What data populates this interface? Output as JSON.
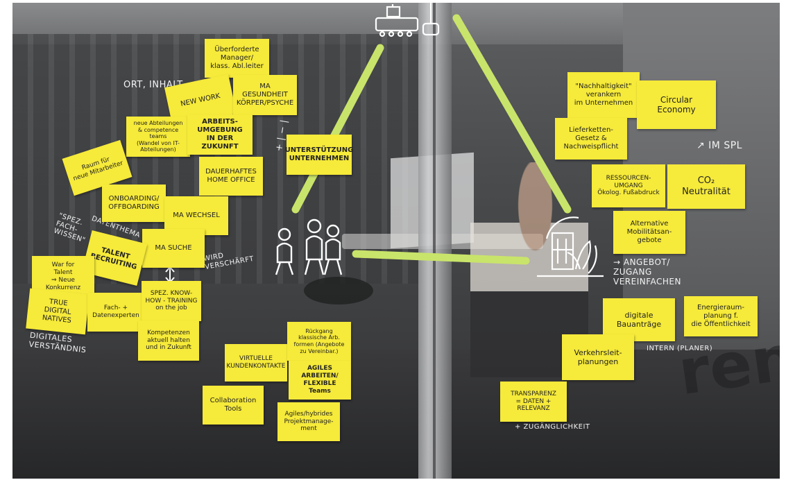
{
  "photo": {
    "description_label": "Whiteboard on glass wall with sticky notes",
    "colors": {
      "note": "#f6ea3a",
      "tape": "#c9e46a",
      "chalk": "#f3f3f3"
    }
  },
  "notes": [
    {
      "key": "n_ueberforderte",
      "text": "Überforderte\nManager/\nklass. Abl.leiter"
    },
    {
      "key": "n_new_work",
      "text": "NEW WORK"
    },
    {
      "key": "n_ma_gesundheit",
      "text": "MA GESUNDHEIT\nKÖRPER/PSYCHE"
    },
    {
      "key": "n_neue_abteilungen",
      "text": "neue Abteilungen\n& competence teams\n(Wandel von IT-\nAbteilungen)"
    },
    {
      "key": "n_arbeitsumgebung",
      "text": "ARBEITS-\nUMGEBUNG\nIN DER ZUKUNFT"
    },
    {
      "key": "n_raum_fuer",
      "text": "Raum für\nneue Mitarbeiter"
    },
    {
      "key": "n_dauerhaftes",
      "text": "DAUERHAFTES\nHOME OFFICE"
    },
    {
      "key": "n_unterstuetzung",
      "text": "UNTERSTÜTZUNG\nUNTERNEHMEN"
    },
    {
      "key": "n_onboarding",
      "text": "ONBOARDING/\nOFFBOARDING"
    },
    {
      "key": "n_ma_wechsel",
      "text": "MA WECHSEL"
    },
    {
      "key": "n_ma_suche",
      "text": "MA SUCHE"
    },
    {
      "key": "n_talent",
      "text": "TALENT\nRECRUITING"
    },
    {
      "key": "n_war_for_talent",
      "text": "War for\nTalent\n⇒ Neue Konkurrenz"
    },
    {
      "key": "n_true_digital",
      "text": "TRUE\nDIGITAL\nNATIVES"
    },
    {
      "key": "n_fachexperten",
      "text": "Fach-   +\nDatenexperten"
    },
    {
      "key": "n_spez_know",
      "text": "SPEZ. KNOW-\nHOW - TRAINING\non the job"
    },
    {
      "key": "n_kompetenzen",
      "text": "Kompetenzen\naktuell halten\nund in Zukunft"
    },
    {
      "key": "n_virtuelle",
      "text": "VIRTUELLE\nKUNDENKONTAKTE"
    },
    {
      "key": "n_rueckgang",
      "text": "Rückgang\nklassische Arb.\nformen (Angebote\nzu Vereinbar.)"
    },
    {
      "key": "n_agiles",
      "text": "AGILES\nARBEITEN/\nFLEXIBLE Teams"
    },
    {
      "key": "n_collaboration",
      "text": "Collaboration\nTools"
    },
    {
      "key": "n_agiles_hybrides",
      "text": "Agiles/hybrides\nProjektmanage-\nment"
    },
    {
      "key": "n_nachhaltigkeit",
      "text": "\"Nachhaltigkeit\"\nverankern\nim Unternehmen"
    },
    {
      "key": "n_circular",
      "text": "Circular\nEconomy"
    },
    {
      "key": "n_lieferketten",
      "text": "Lieferketten-\nGesetz &\nNachweispflicht"
    },
    {
      "key": "n_ressourcen",
      "text": "RESSOURCEN-\nUMGANG\nÖkolog. Fußabdruck"
    },
    {
      "key": "n_co2",
      "text": "CO₂\nNeutralität"
    },
    {
      "key": "n_alternative",
      "text": "Alternative\nMobilitätsan-\ngebote"
    },
    {
      "key": "n_digitale_bau",
      "text": "digitale\nBauanträge"
    },
    {
      "key": "n_energieraum",
      "text": "Energieraum-\nplanung f.\ndie Öffentlichkeit"
    },
    {
      "key": "n_verkehrsleit",
      "text": "Verkehrsleit-\nplanungen"
    },
    {
      "key": "n_transparenz",
      "text": "TRANSPARENZ\n= DATEN +\nRELEVANZ"
    }
  ],
  "chalk": {
    "ort_inhalt": "ORT, INHALT",
    "spezifisches_wissen": "\"SPEZ.\nFACH-\nWISSEN\"",
    "datenthema": "DATENTHEMA",
    "wird_verschaerft": "WIRD\nVERSCHÄRFT",
    "digitales_verstaendnis": "DIGITALES\nVERSTÄNDNIS",
    "im_spl": "↗ IM SPL",
    "angebot_zugang": "→ ANGEBOT/\nZUGANG\nVEREINFACHEN",
    "intern_planer": "INTERN (PLANER)",
    "zugaenglichkeit": "+ ZUGÄNGLICHKEIT",
    "plus_minus": "+ | − |"
  }
}
